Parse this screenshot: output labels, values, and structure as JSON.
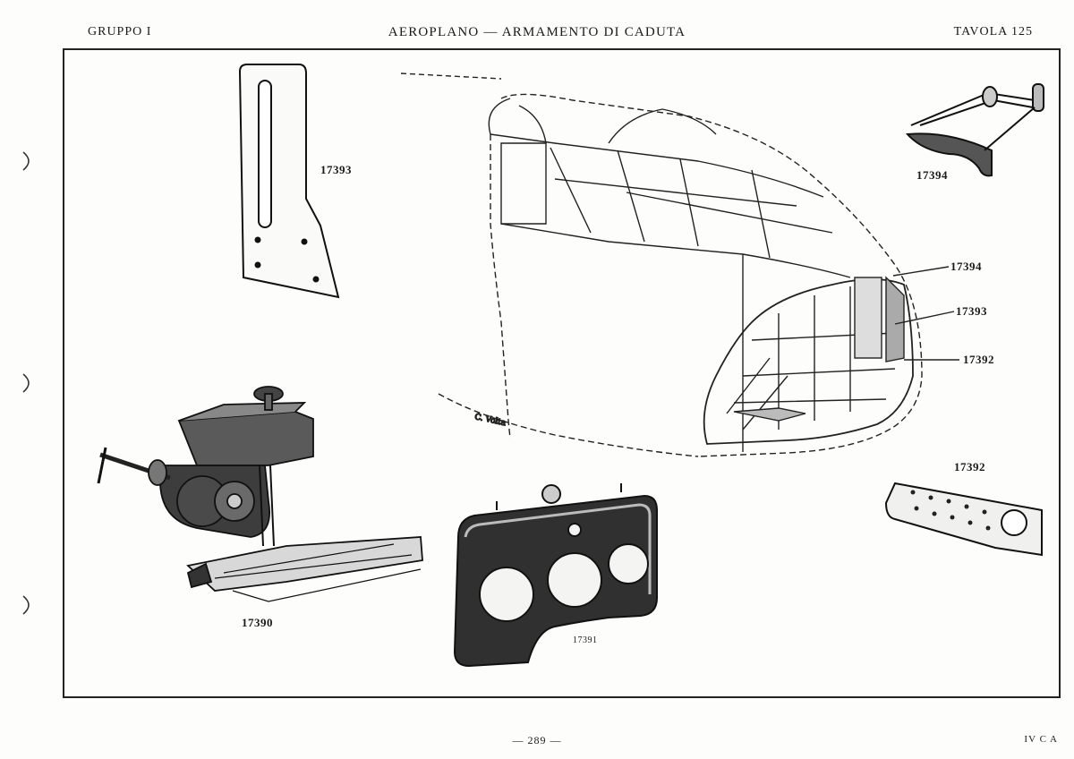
{
  "header": {
    "left": "GRUPPO I",
    "center": "AEROPLANO — ARMAMENTO DI CADUTA",
    "right": "TAVOLA 125"
  },
  "parts": {
    "p17390": "17390",
    "p17391": "17391",
    "p17392": "17392",
    "p17393": "17393",
    "p17394": "17394"
  },
  "callouts": {
    "c17394": "17394",
    "c17393": "17393",
    "c17392": "17392"
  },
  "footer": {
    "page": "— 289 —",
    "code": "IV C A"
  }
}
